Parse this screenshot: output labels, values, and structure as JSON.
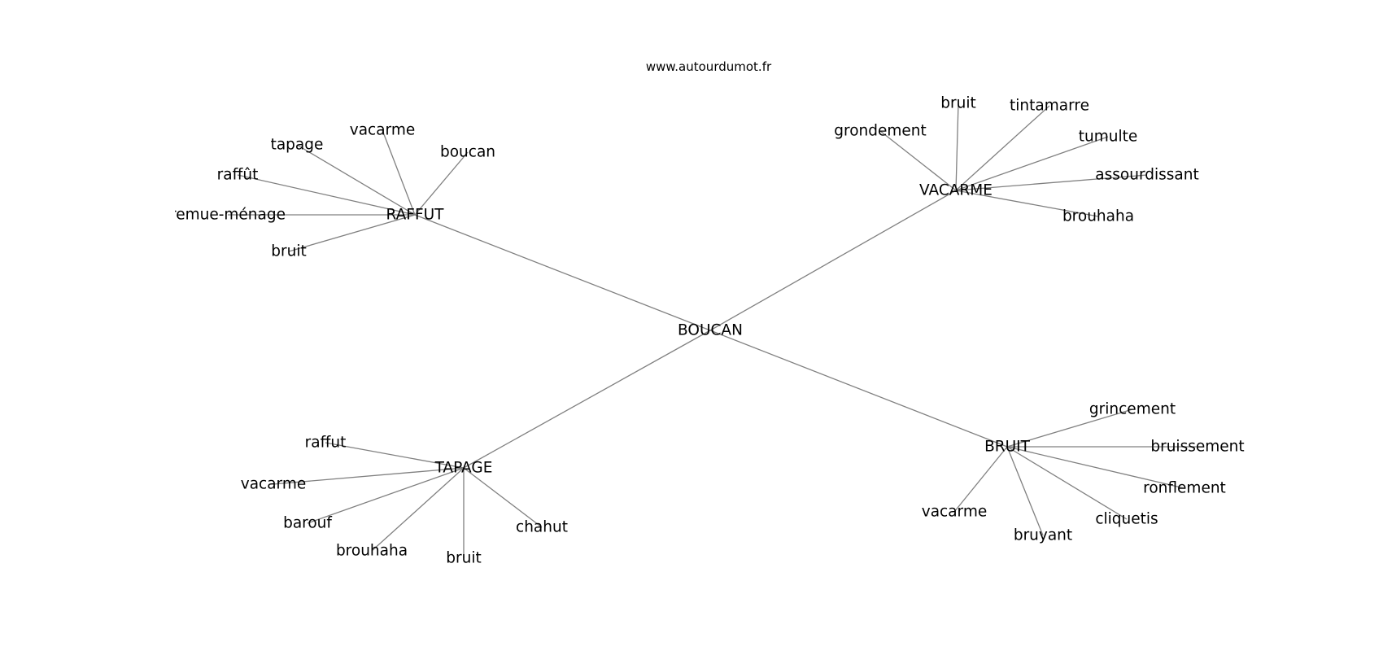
{
  "site": "www.autourdumot.fr",
  "center": "BOUCAN",
  "clusters": [
    {
      "id": "raffut",
      "label": "RAFFUT",
      "leaves": [
        "vacarme",
        "tapage",
        "boucan",
        "raffût",
        "remue-ménage",
        "bruit"
      ]
    },
    {
      "id": "vacarme",
      "label": "VACARME",
      "leaves": [
        "bruit",
        "tintamarre",
        "grondement",
        "tumulte",
        "assourdissant",
        "brouhaha"
      ]
    },
    {
      "id": "tapage",
      "label": "TAPAGE",
      "leaves": [
        "raffut",
        "vacarme",
        "barouf",
        "brouhaha",
        "bruit",
        "chahut"
      ]
    },
    {
      "id": "bruit",
      "label": "BRUIT",
      "leaves": [
        "grincement",
        "bruissement",
        "ronflement",
        "cliquetis",
        "vacarme",
        "bruyant"
      ]
    }
  ]
}
